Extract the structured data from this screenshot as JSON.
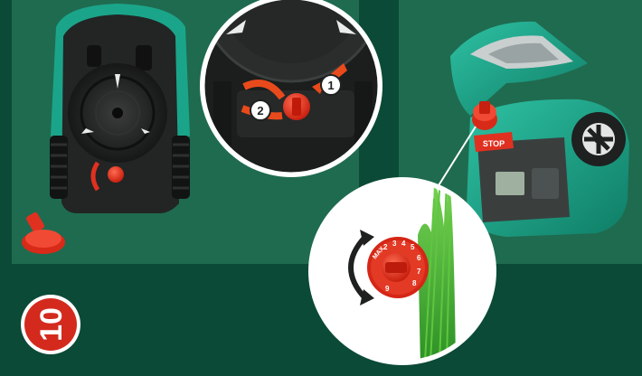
{
  "figure_number": "10",
  "callouts": [
    "1",
    "2"
  ],
  "stop_label": "STOP",
  "height_scale": {
    "label": "MAX",
    "digits": [
      "2",
      "3",
      "4",
      "5",
      "6",
      "7",
      "8",
      "9"
    ]
  },
  "colors": {
    "background": "#0b4a36",
    "panel": "#1f6b4f",
    "accent_red": "#e03020",
    "mower_teal": "#1aa58a",
    "mower_dark": "#1e2120",
    "grass": "#43b331"
  },
  "icons": [
    "rotate-arrow-icon",
    "callout-arrow-icon"
  ]
}
